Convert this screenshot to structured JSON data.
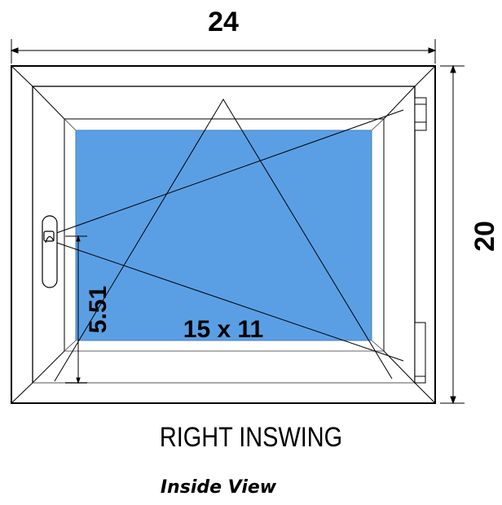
{
  "dimensions": {
    "width": "24",
    "height": "20",
    "glass_size": "15 x 11",
    "handle_height": "5.51"
  },
  "caption": "RIGHT INSWING",
  "subcaption": "Inside View",
  "colors": {
    "glass": "#5a9fe4",
    "frame": "#ffffff",
    "line": "#000000"
  }
}
